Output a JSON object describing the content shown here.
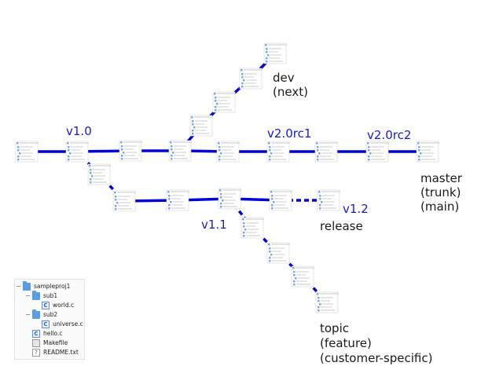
{
  "tags": {
    "v1_0": "v1.0",
    "v1_1": "v1.1",
    "v1_2": "v1.2",
    "v2_0rc1": "v2.0rc1",
    "v2_0rc2": "v2.0rc2"
  },
  "branches": {
    "dev": [
      "dev",
      "(next)"
    ],
    "master": [
      "master",
      "(trunk)",
      "(main)"
    ],
    "release": [
      "release"
    ],
    "topic": [
      "topic",
      "(feature)",
      "(customer-specific)"
    ]
  },
  "colors": {
    "edge": "#0000d8",
    "tag_text": "#1a1ad0",
    "branch_text": "#1a1a1a",
    "folder": "#5b9ce6"
  },
  "file_tree": {
    "items": [
      {
        "label": "sampleproj1",
        "icon": "folder-icon",
        "expanded": true
      },
      {
        "label": "sub1",
        "icon": "folder-icon",
        "expanded": true
      },
      {
        "label": "world.c",
        "icon": "c-file-icon"
      },
      {
        "label": "sub2",
        "icon": "folder-icon",
        "expanded": true
      },
      {
        "label": "universe.c",
        "icon": "c-file-icon"
      },
      {
        "label": "hello.c",
        "icon": "c-file-icon"
      },
      {
        "label": "Makefile",
        "icon": "makefile-icon"
      },
      {
        "label": "README.txt",
        "icon": "text-file-icon"
      }
    ]
  }
}
